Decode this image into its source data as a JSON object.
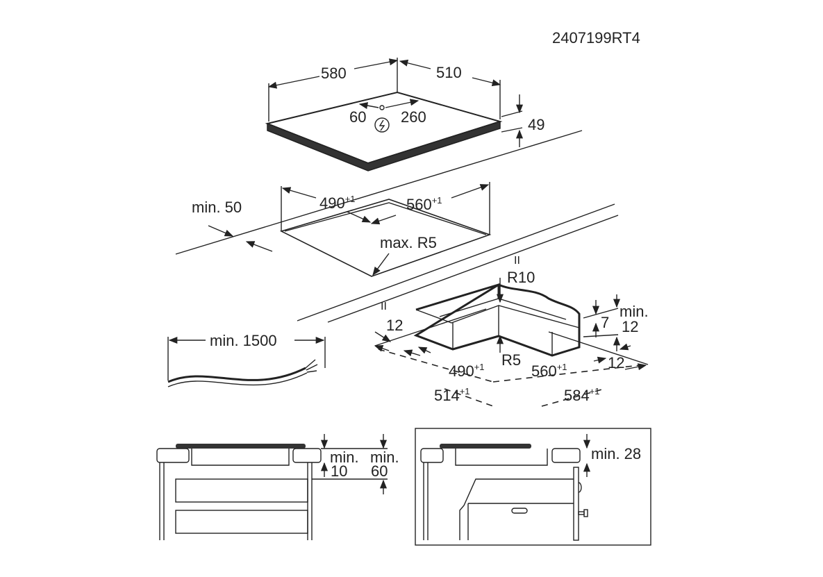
{
  "doc_code": "2407199RT4",
  "hob": {
    "width": "580",
    "depth": "510",
    "height": "49",
    "conn_left": "60",
    "conn_right": "260"
  },
  "cutout": {
    "width": "490",
    "width_tol": "+1",
    "depth": "560",
    "depth_tol": "+1",
    "min_edge": "min. 50",
    "radius": "max. R5"
  },
  "cable": {
    "length": "min. 1500"
  },
  "seal": {
    "r_outer": "R10",
    "r_inner": "R5",
    "offset_left": "12",
    "offset_right": "12",
    "height": "7",
    "min_label": "min.",
    "min_value": "12",
    "inner_w": "490",
    "inner_w_tol": "+1",
    "inner_d": "560",
    "inner_d_tol": "+1",
    "outer_w": "514",
    "outer_w_tol": "+1",
    "outer_d": "584",
    "outer_d_tol": "+1"
  },
  "drawer_install": {
    "min_a_label": "min.",
    "min_a_value": "10",
    "min_b_label": "min.",
    "min_b_value": "60"
  },
  "oven_install": {
    "min_label": "min. 28"
  }
}
